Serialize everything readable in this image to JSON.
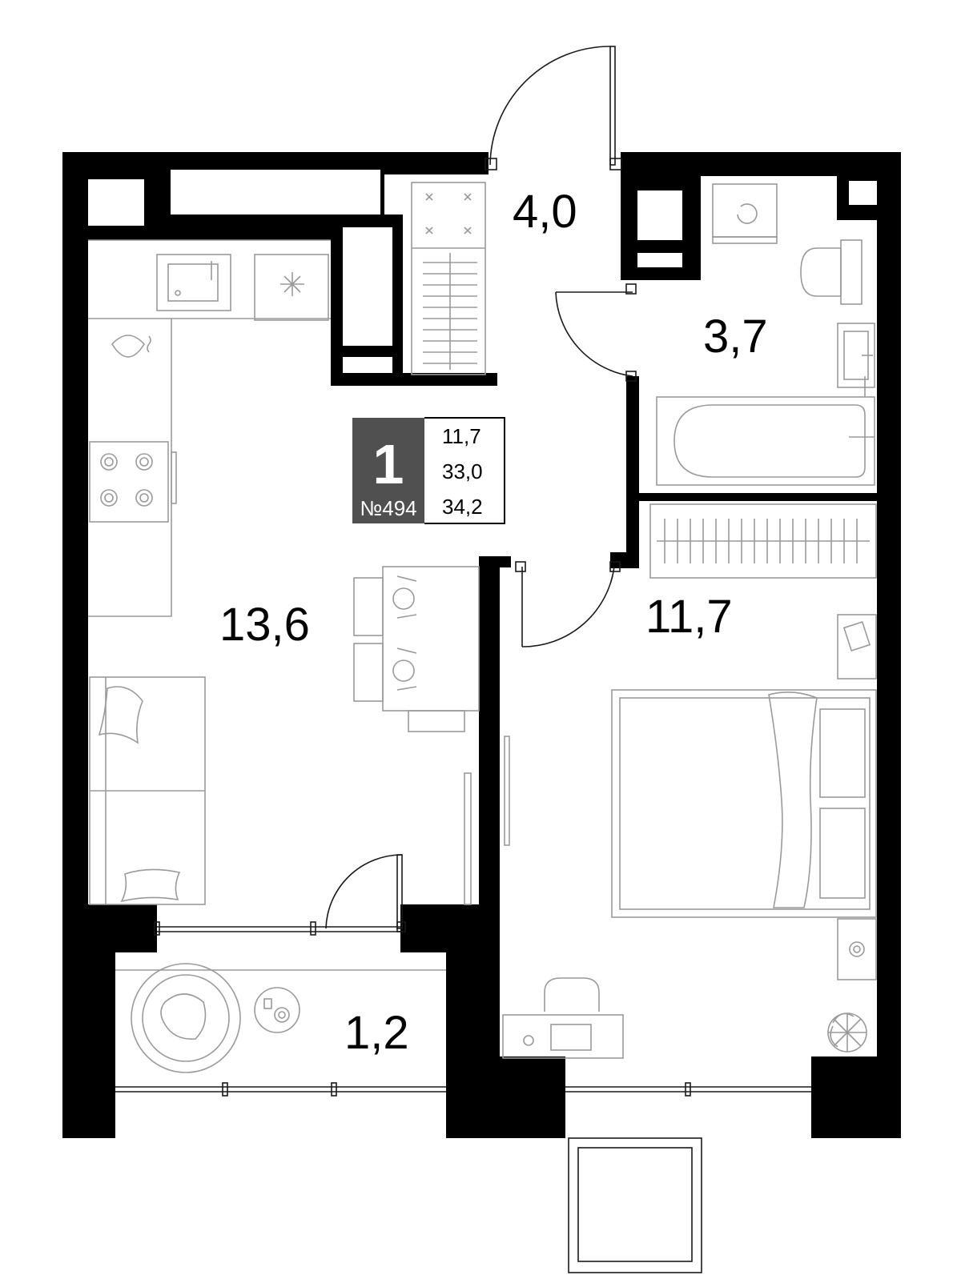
{
  "rooms": {
    "hall": "4,0",
    "bathroom": "3,7",
    "kitchen_living": "13,6",
    "bedroom": "11,7",
    "balcony": "1,2"
  },
  "info": {
    "rooms_count": "1",
    "apartment_number": "№494",
    "living_area": "11,7",
    "total_area": "33,0",
    "area_with_balcony": "34,2"
  },
  "colors": {
    "wall": "#000000",
    "badge": "#505050",
    "fixture_line": "#9a9a9a"
  }
}
